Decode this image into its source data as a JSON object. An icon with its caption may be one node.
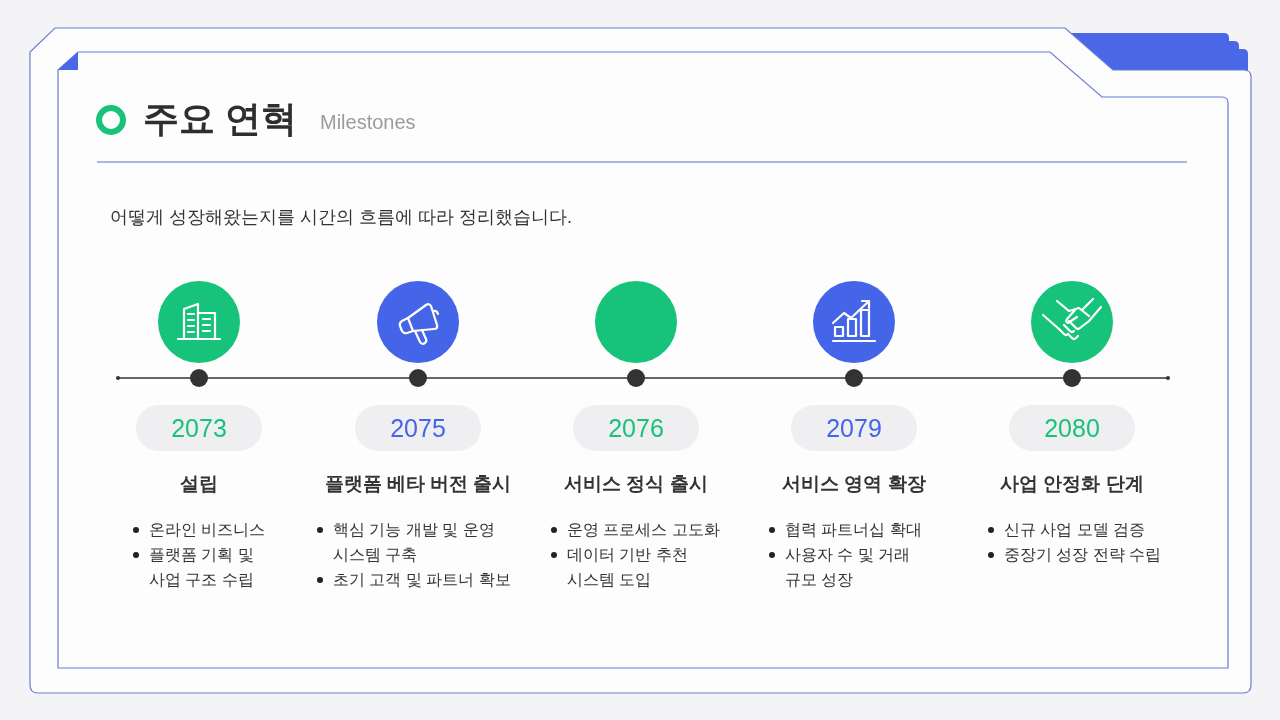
{
  "diagram": {
    "title": "주요 연혁",
    "labels": [
      "Milestones",
      "어떻게 성장해왔는지를 시간의 흐름에 따라 정리했습니다."
    ],
    "nodes": [
      {
        "text": [
          "2073"
        ],
        "beside": [
          "설립",
          "온라인 비즈니스",
          "플랫폼 기획 및 사업 구조 수립"
        ]
      },
      {
        "text": [
          "2075"
        ],
        "beside": [
          "플랫폼 베타 버전 출시",
          "핵심 기능 개발 및 운영 시스템 구축",
          "초기 고객 및 파트너 확보"
        ]
      },
      {
        "text": [
          "2076"
        ],
        "beside": [
          "서비스 정식 출시",
          "운영 프로세스 고도화",
          "데이터 기반 추천 시스템 도입"
        ]
      },
      {
        "text": [
          "2079"
        ],
        "beside": [
          "서비스 영역 확장",
          "협력 파트너십 확대",
          "사용자 수 및 거래 규모 성장"
        ]
      },
      {
        "text": [
          "2080"
        ],
        "beside": [
          "사업 안정화 단계",
          "신규 사업 모델 검증",
          "중장기 성장 전략 수립"
        ]
      }
    ]
  }
}
